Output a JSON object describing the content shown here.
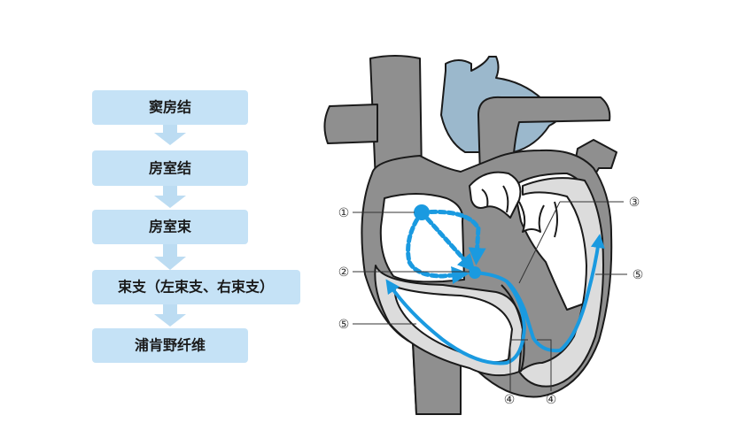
{
  "flow_steps": [
    {
      "label": "窦房结"
    },
    {
      "label": "房室结"
    },
    {
      "label": "房室束"
    },
    {
      "label": "束支（左束支、右束支）"
    },
    {
      "label": "浦肯野纤维"
    }
  ],
  "markers": [
    {
      "label": "①"
    },
    {
      "label": "②"
    },
    {
      "label": "③"
    },
    {
      "label": "④"
    },
    {
      "label": "④"
    },
    {
      "label": "⑤"
    },
    {
      "label": "⑤"
    }
  ],
  "colors": {
    "box_fill": "#c5e2f6",
    "arrow_fill": "#bcdcf2",
    "heart_dark": "#8f8f8f",
    "heart_light": "#dcdcdc",
    "aorta_blue": "#9bb8cc",
    "conduction_blue": "#1a9ae0"
  }
}
